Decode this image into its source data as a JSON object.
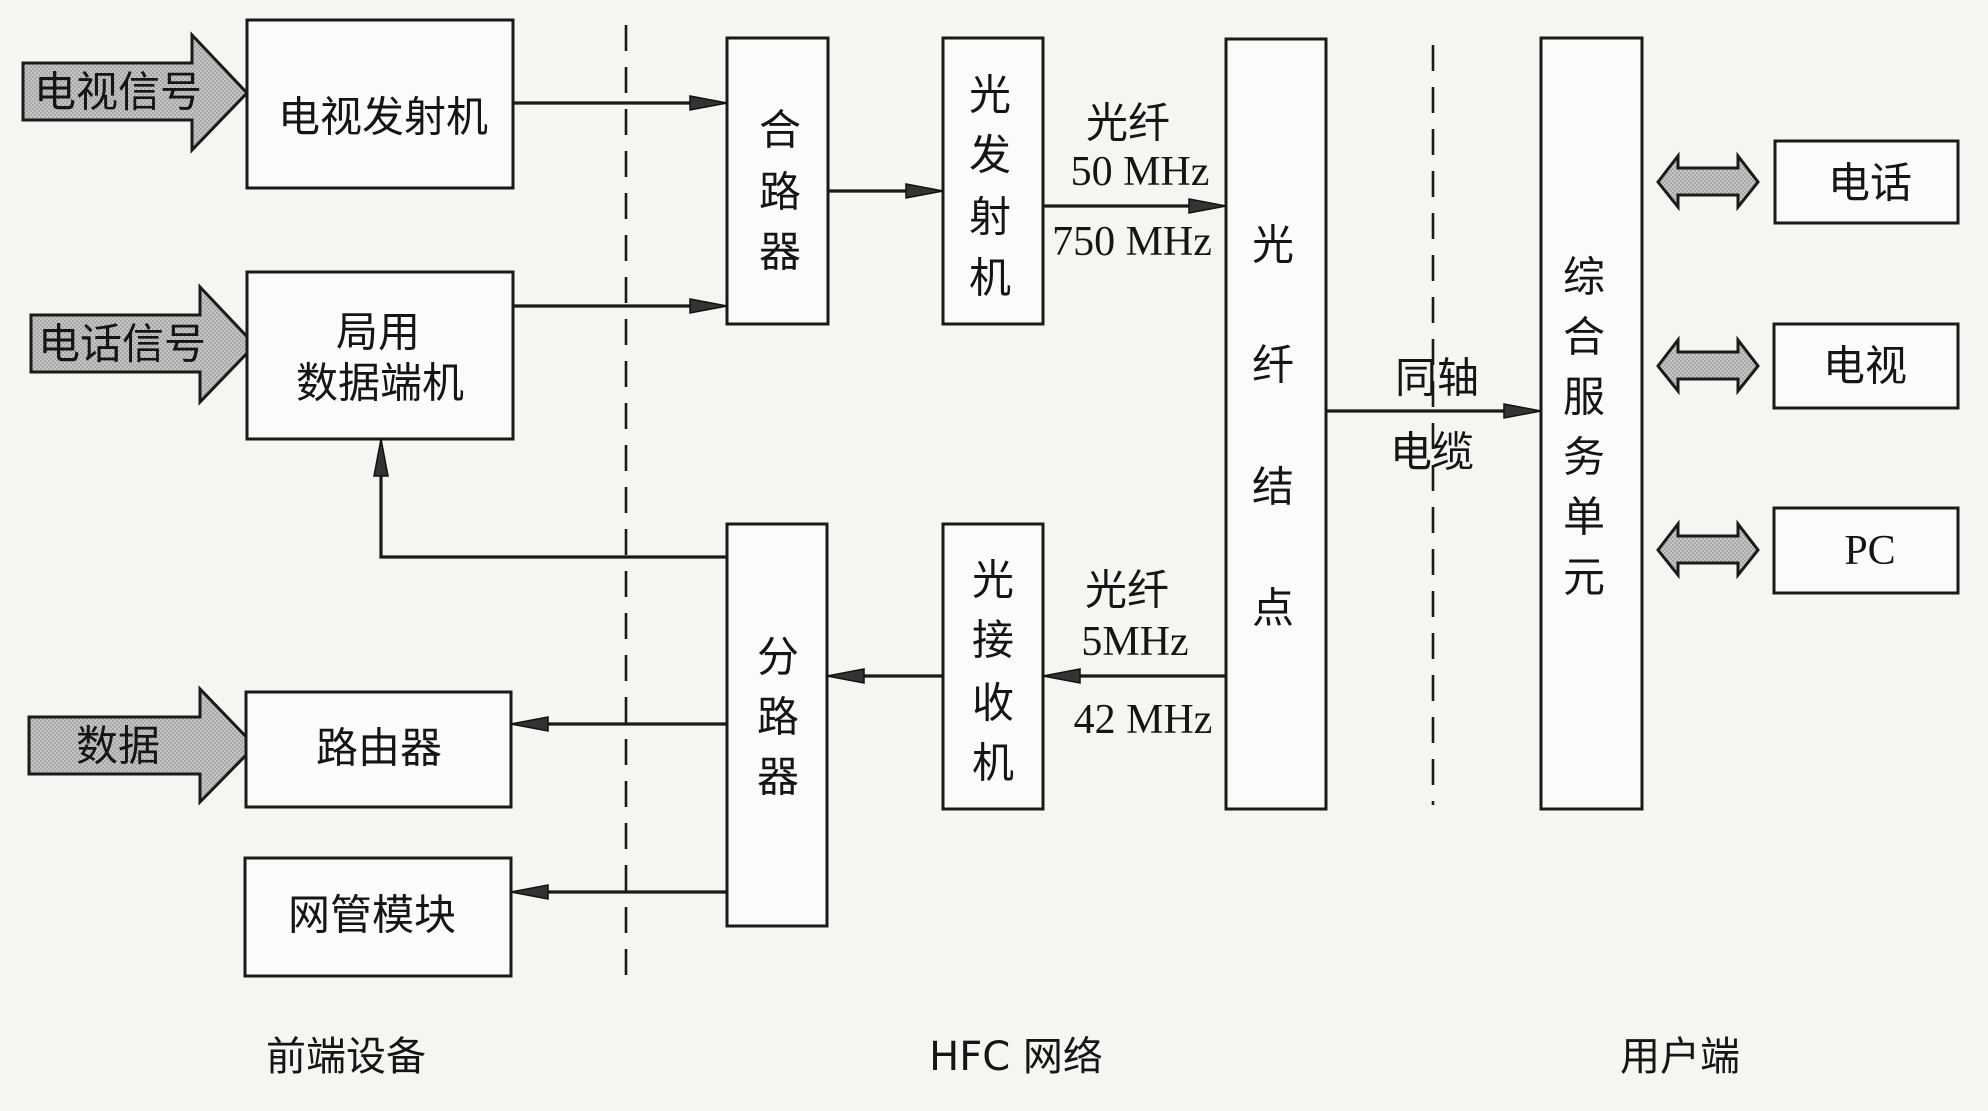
{
  "diagram": {
    "sections": {
      "headend": "前端设备",
      "hfc": "HFC 网络",
      "user": "用户端"
    },
    "inputs": {
      "tv_signal": "电视信号",
      "phone_signal": "电话信号",
      "data": "数据"
    },
    "headend_blocks": {
      "tv_transmitter": "电视发射机",
      "data_terminal_line1": "局用",
      "data_terminal_line2": "数据端机",
      "router": "路由器",
      "nms_module": "网管模块"
    },
    "hfc_blocks": {
      "combiner": [
        "合",
        "路",
        "器"
      ],
      "optical_transmitter": [
        "光",
        "发",
        "射",
        "机"
      ],
      "splitter": [
        "分",
        "路",
        "器"
      ],
      "optical_receiver": [
        "光",
        "接",
        "收",
        "机"
      ],
      "fiber_node": [
        "光",
        "纤",
        "结",
        "点"
      ]
    },
    "link_labels": {
      "downstream_medium": "光纤",
      "downstream_low": "50 MHz",
      "downstream_high": "750 MHz",
      "upstream_medium": "光纤",
      "upstream_low": "5MHz",
      "upstream_high": "42 MHz",
      "coax_line1": "同轴",
      "coax_line2": "电缆"
    },
    "user_blocks": {
      "service_unit": [
        "综",
        "合",
        "服",
        "务",
        "单",
        "元"
      ],
      "phone": "电话",
      "tv": "电视",
      "pc": "PC"
    },
    "colors": {
      "fill_gray": "#b9b9b9",
      "stroke": "#1a1a1a",
      "background": "#f5f5f2"
    }
  }
}
